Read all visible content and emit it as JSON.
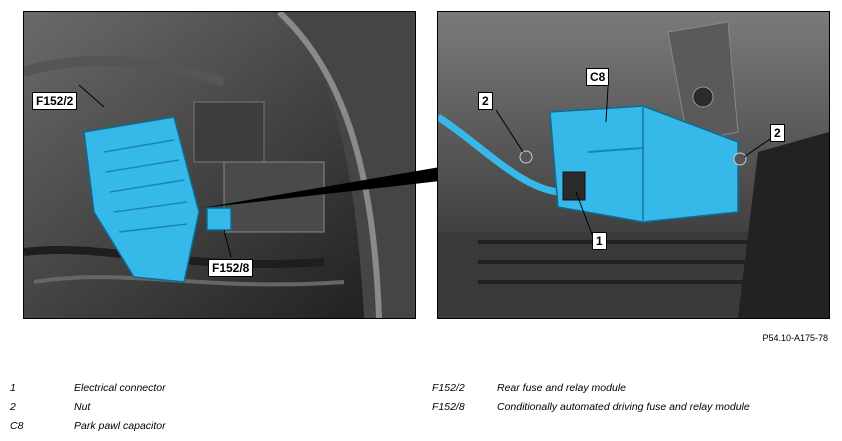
{
  "figure": {
    "left_callouts": {
      "f152_2": "F152/2",
      "f152_8": "F152/8"
    },
    "right_callouts": {
      "c8": "C8",
      "two_left": "2",
      "two_right": "2",
      "one": "1"
    },
    "reference": "P54.10-A175-78"
  },
  "legend": {
    "left": [
      {
        "key": "1",
        "text": "Electrical connector"
      },
      {
        "key": "2",
        "text": "Nut"
      },
      {
        "key": "C8",
        "text": "Park pawl capacitor"
      }
    ],
    "right": [
      {
        "key": "F152/2",
        "text": "Rear fuse and relay module"
      },
      {
        "key": "F152/8",
        "text": "Conditionally automated driving fuse and relay module"
      }
    ]
  },
  "colors": {
    "highlight": "#36b9e8",
    "background_dark": "#2a2a2a"
  }
}
